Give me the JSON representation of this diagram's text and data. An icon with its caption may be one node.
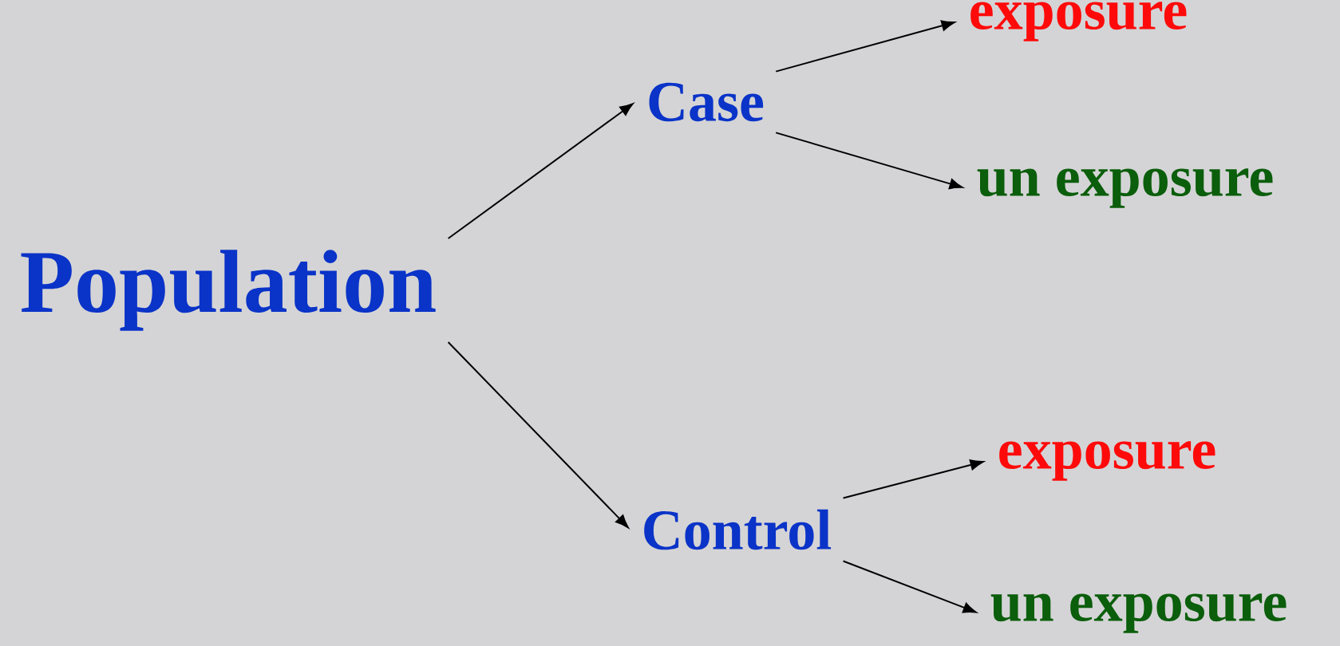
{
  "diagram": {
    "nodes": [
      {
        "text": [
          "Population"
        ]
      },
      {
        "text": [
          "Case"
        ]
      },
      {
        "text": [
          "Control"
        ]
      },
      {
        "text": [
          "exposure"
        ]
      },
      {
        "text": [
          "un exposure"
        ]
      },
      {
        "text": [
          "exposure"
        ]
      },
      {
        "text": [
          "un exposure"
        ]
      }
    ],
    "edges": [
      {
        "from": 0,
        "to": 1,
        "arrow": "to"
      },
      {
        "from": 0,
        "to": 2,
        "arrow": "to"
      },
      {
        "from": 1,
        "to": 3,
        "arrow": "to"
      },
      {
        "from": 1,
        "to": 4,
        "arrow": "to"
      },
      {
        "from": 2,
        "to": 5,
        "arrow": "to"
      },
      {
        "from": 2,
        "to": 6,
        "arrow": "to"
      }
    ]
  }
}
